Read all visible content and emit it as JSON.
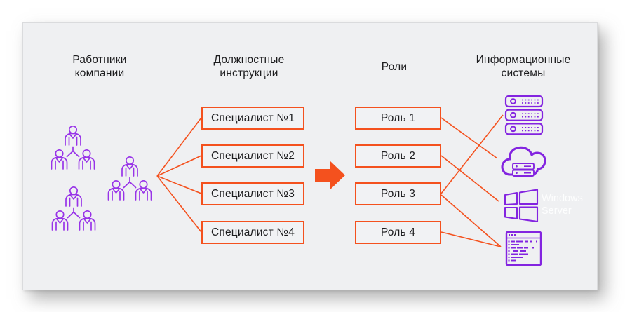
{
  "headers": {
    "employees": "Работники компании",
    "instructions": "Должностные инструкции",
    "roles": "Роли",
    "systems": "Информационные системы"
  },
  "specialists": [
    "Специалист №1",
    "Специалист №2",
    "Специалист №3",
    "Специалист №4"
  ],
  "roles": [
    "Роль 1",
    "Роль 2",
    "Роль 3",
    "Роль 4"
  ],
  "systems": {
    "windows_server_label": "Windows Server",
    "icons": [
      "server-rack-icon",
      "cloud-server-icon",
      "windows-logo-icon",
      "code-window-icon"
    ]
  },
  "people_groups_count": 3,
  "colors": {
    "accent_orange": "#f4511e",
    "icon_purple": "#8324e0",
    "people_purple": "#9833e8",
    "panel_bg": "#eff0f2",
    "text": "#1c1c1e",
    "windows_text": "#ffffff"
  }
}
